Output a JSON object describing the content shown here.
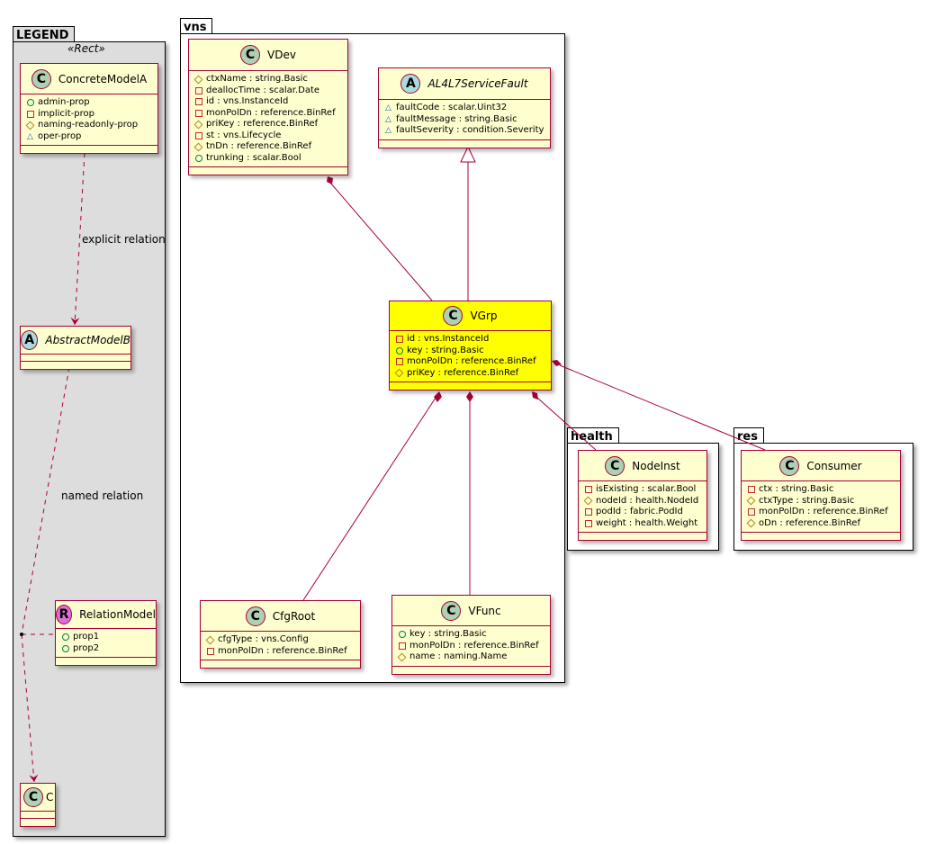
{
  "packages": {
    "legend": "LEGEND",
    "vns": "vns",
    "health": "health",
    "res": "res"
  },
  "legend_stereotype": "«Rect»",
  "relation_labels": {
    "explicit": "explicit relation",
    "named": "named relation"
  },
  "colors": {
    "border": "#A80036",
    "class_bg": "#FEFECE",
    "highlight_bg": "#FFFF00",
    "legend_bg": "#DDDDDD",
    "class_circle": "#ADD1B2",
    "abstract_circle": "#A9DCDF",
    "relation_circle": "#DA70D6"
  },
  "classes": [
    {
      "id": "ConcreteModelA",
      "kind": "C",
      "name": "ConcreteModelA",
      "attrs": [
        {
          "vis": "public",
          "text": "admin-prop"
        },
        {
          "vis": "private",
          "text": "implicit-prop"
        },
        {
          "vis": "protected",
          "text": "naming-readonly-prop"
        },
        {
          "vis": "package",
          "text": "oper-prop"
        }
      ]
    },
    {
      "id": "AbstractModelB",
      "kind": "A",
      "name": "AbstractModelB",
      "attrs": []
    },
    {
      "id": "RelationModel",
      "kind": "R",
      "name": "RelationModel",
      "attrs": [
        {
          "vis": "public",
          "text": "prop1"
        },
        {
          "vis": "public",
          "text": "prop2"
        }
      ]
    },
    {
      "id": "C",
      "kind": "C",
      "name": "C",
      "attrs": []
    },
    {
      "id": "VDev",
      "kind": "C",
      "name": "VDev",
      "attrs": [
        {
          "vis": "protected",
          "text": "ctxName : string.Basic"
        },
        {
          "vis": "private",
          "text": "deallocTime : scalar.Date"
        },
        {
          "vis": "private",
          "text": "id : vns.InstanceId"
        },
        {
          "vis": "private",
          "text": "monPolDn : reference.BinRef"
        },
        {
          "vis": "protected",
          "text": "priKey : reference.BinRef"
        },
        {
          "vis": "private",
          "text": "st : vns.Lifecycle"
        },
        {
          "vis": "protected",
          "text": "tnDn : reference.BinRef"
        },
        {
          "vis": "public",
          "text": "trunking : scalar.Bool"
        }
      ]
    },
    {
      "id": "AL4L7ServiceFault",
      "kind": "A",
      "name": "AL4L7ServiceFault",
      "attrs": [
        {
          "vis": "package",
          "text": "faultCode : scalar.Uint32"
        },
        {
          "vis": "package",
          "text": "faultMessage : string.Basic"
        },
        {
          "vis": "package",
          "text": "faultSeverity : condition.Severity"
        }
      ]
    },
    {
      "id": "VGrp",
      "kind": "C",
      "name": "VGrp",
      "highlight": true,
      "attrs": [
        {
          "vis": "private",
          "text": "id : vns.InstanceId"
        },
        {
          "vis": "public",
          "text": "key : string.Basic"
        },
        {
          "vis": "private",
          "text": "monPolDn : reference.BinRef"
        },
        {
          "vis": "protected",
          "text": "priKey : reference.BinRef"
        }
      ]
    },
    {
      "id": "CfgRoot",
      "kind": "C",
      "name": "CfgRoot",
      "attrs": [
        {
          "vis": "protected",
          "text": "cfgType : vns.Config"
        },
        {
          "vis": "private",
          "text": "monPolDn : reference.BinRef"
        }
      ]
    },
    {
      "id": "VFunc",
      "kind": "C",
      "name": "VFunc",
      "attrs": [
        {
          "vis": "public",
          "text": "key : string.Basic"
        },
        {
          "vis": "private",
          "text": "monPolDn : reference.BinRef"
        },
        {
          "vis": "protected",
          "text": "name : naming.Name"
        }
      ]
    },
    {
      "id": "NodeInst",
      "kind": "C",
      "name": "NodeInst",
      "attrs": [
        {
          "vis": "private",
          "text": "isExisting : scalar.Bool"
        },
        {
          "vis": "protected",
          "text": "nodeId : health.NodeId"
        },
        {
          "vis": "private",
          "text": "podId : fabric.PodId"
        },
        {
          "vis": "private",
          "text": "weight : health.Weight"
        }
      ]
    },
    {
      "id": "Consumer",
      "kind": "C",
      "name": "Consumer",
      "attrs": [
        {
          "vis": "private",
          "text": "ctx : string.Basic"
        },
        {
          "vis": "protected",
          "text": "ctxType : string.Basic"
        },
        {
          "vis": "private",
          "text": "monPolDn : reference.BinRef"
        },
        {
          "vis": "protected",
          "text": "oDn : reference.BinRef"
        }
      ]
    }
  ],
  "relations": [
    {
      "from": "ConcreteModelA",
      "to": "AbstractModelB",
      "type": "dependency",
      "label": "explicit relation"
    },
    {
      "from": "AbstractModelB",
      "to": "C",
      "type": "association-class",
      "via": "RelationModel",
      "label": "named relation"
    },
    {
      "from": "VDev",
      "to": "VGrp",
      "type": "composition"
    },
    {
      "from": "VGrp",
      "to": "AL4L7ServiceFault",
      "type": "inheritance"
    },
    {
      "from": "VGrp",
      "to": "CfgRoot",
      "type": "composition"
    },
    {
      "from": "VGrp",
      "to": "VFunc",
      "type": "composition"
    },
    {
      "from": "VGrp",
      "to": "NodeInst",
      "type": "composition"
    },
    {
      "from": "VGrp",
      "to": "Consumer",
      "type": "composition"
    }
  ]
}
